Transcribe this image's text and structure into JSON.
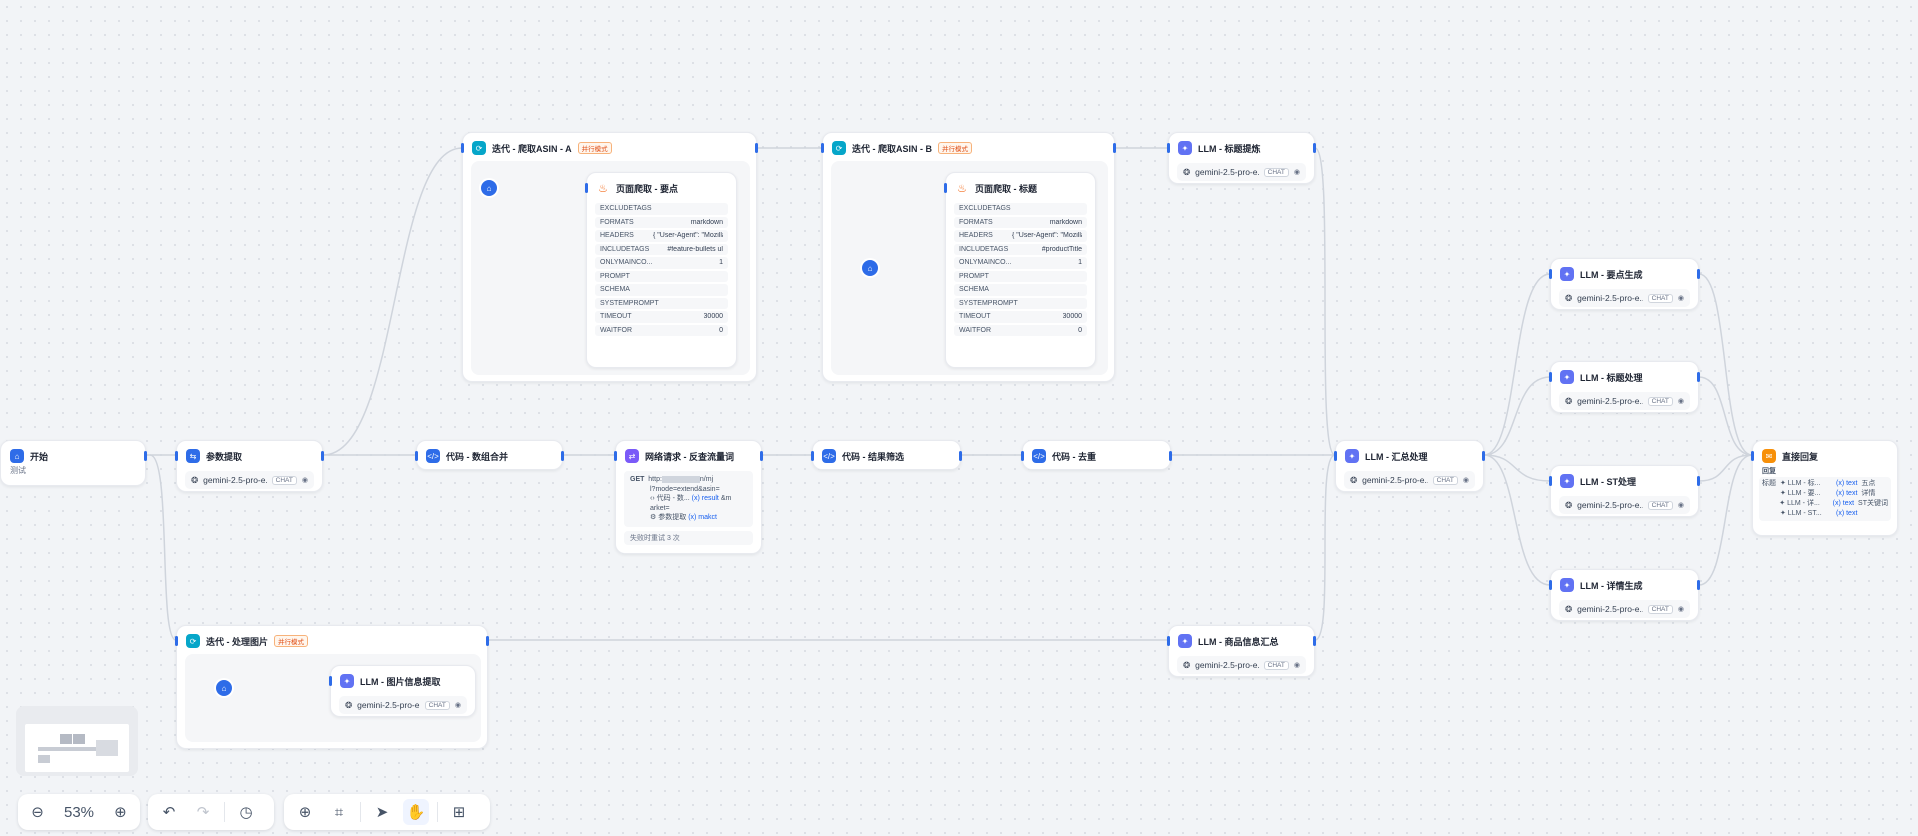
{
  "zoom": "53%",
  "nodes": {
    "start": {
      "title": "开始",
      "sub": "测试"
    },
    "param_extract": {
      "title": "参数提取",
      "model": "gemini-2.5-pro-e...",
      "tag": "CHAT"
    },
    "iter_a": {
      "title": "迭代 - 爬取ASIN - A",
      "badge": "并行模式"
    },
    "scrape_a": {
      "title": "页面爬取 - 要点",
      "params": [
        {
          "k": "EXCLUDETAGS",
          "v": ""
        },
        {
          "k": "FORMATS",
          "v": "markdown"
        },
        {
          "k": "HEADERS",
          "v": "{ \"User-Agent\": \"Mozilla..."
        },
        {
          "k": "INCLUDETAGS",
          "v": "#feature-bullets ul"
        },
        {
          "k": "ONLYMAINCO...",
          "v": "1"
        },
        {
          "k": "PROMPT",
          "v": ""
        },
        {
          "k": "SCHEMA",
          "v": ""
        },
        {
          "k": "SYSTEMPROMPT",
          "v": ""
        },
        {
          "k": "TIMEOUT",
          "v": "30000"
        },
        {
          "k": "WAITFOR",
          "v": "0"
        }
      ]
    },
    "iter_b": {
      "title": "迭代 - 爬取ASIN - B",
      "badge": "并行模式"
    },
    "scrape_b": {
      "title": "页面爬取 - 标题",
      "params": [
        {
          "k": "EXCLUDETAGS",
          "v": ""
        },
        {
          "k": "FORMATS",
          "v": "markdown"
        },
        {
          "k": "HEADERS",
          "v": "{ \"User-Agent\": \"Mozilla..."
        },
        {
          "k": "INCLUDETAGS",
          "v": "#productTitle"
        },
        {
          "k": "ONLYMAINCO...",
          "v": "1"
        },
        {
          "k": "PROMPT",
          "v": ""
        },
        {
          "k": "SCHEMA",
          "v": ""
        },
        {
          "k": "SYSTEMPROMPT",
          "v": ""
        },
        {
          "k": "TIMEOUT",
          "v": "30000"
        },
        {
          "k": "WAITFOR",
          "v": "0"
        }
      ]
    },
    "llm_title_summary": {
      "title": "LLM - 标题提炼",
      "model": "gemini-2.5-pro-e...",
      "tag": "CHAT"
    },
    "code_merge": {
      "title": "代码 - 数组合并"
    },
    "http_req": {
      "title": "网络请求 - 反查流量词",
      "method": "GET",
      "url_line1": "http:",
      "url_line1b": "n/mj",
      "url_line2": "l?mode=extend&asin=",
      "url_line3a": "代码 - 数...",
      "url_line3b": "(x) result",
      "url_line3c": "&m",
      "url_line4": "arket=",
      "url_line5a": "参数提取",
      "url_line5b": "(x) makct",
      "retry": "失败时重试 3 次"
    },
    "code_filter": {
      "title": "代码 - 结果筛选"
    },
    "code_dedupe": {
      "title": "代码 - 去重"
    },
    "llm_summary": {
      "title": "LLM - 汇总处理",
      "model": "gemini-2.5-pro-e...",
      "tag": "CHAT"
    },
    "llm_points": {
      "title": "LLM - 要点生成",
      "model": "gemini-2.5-pro-e...",
      "tag": "CHAT"
    },
    "llm_title_proc": {
      "title": "LLM - 标题处理",
      "model": "gemini-2.5-pro-e...",
      "tag": "CHAT"
    },
    "llm_st": {
      "title": "LLM - ST处理",
      "model": "gemini-2.5-pro-e...",
      "tag": "CHAT"
    },
    "llm_detail": {
      "title": "LLM - 详情生成",
      "model": "gemini-2.5-pro-e...",
      "tag": "CHAT"
    },
    "answer": {
      "title": "直接回复",
      "label": "回复",
      "rows": [
        {
          "a": "标题",
          "b": "LLM - 标...",
          "c": "(x) text",
          "d": "五点"
        },
        {
          "a": "",
          "b": "LLM - 要...",
          "c": "(x) text",
          "d": "详情"
        },
        {
          "a": "",
          "b": "LLM - 详...",
          "c": "(x) text",
          "d": "ST关键词"
        },
        {
          "a": "",
          "b": "LLM - ST...",
          "c": "(x) text",
          "d": ""
        }
      ]
    },
    "iter_img": {
      "title": "迭代 - 处理图片",
      "badge": "并行模式"
    },
    "llm_img": {
      "title": "LLM - 图片信息提取",
      "model": "gemini-2.5-pro-e...",
      "tag": "CHAT"
    },
    "llm_product": {
      "title": "LLM - 商品信息汇总",
      "model": "gemini-2.5-pro-e...",
      "tag": "CHAT"
    }
  }
}
